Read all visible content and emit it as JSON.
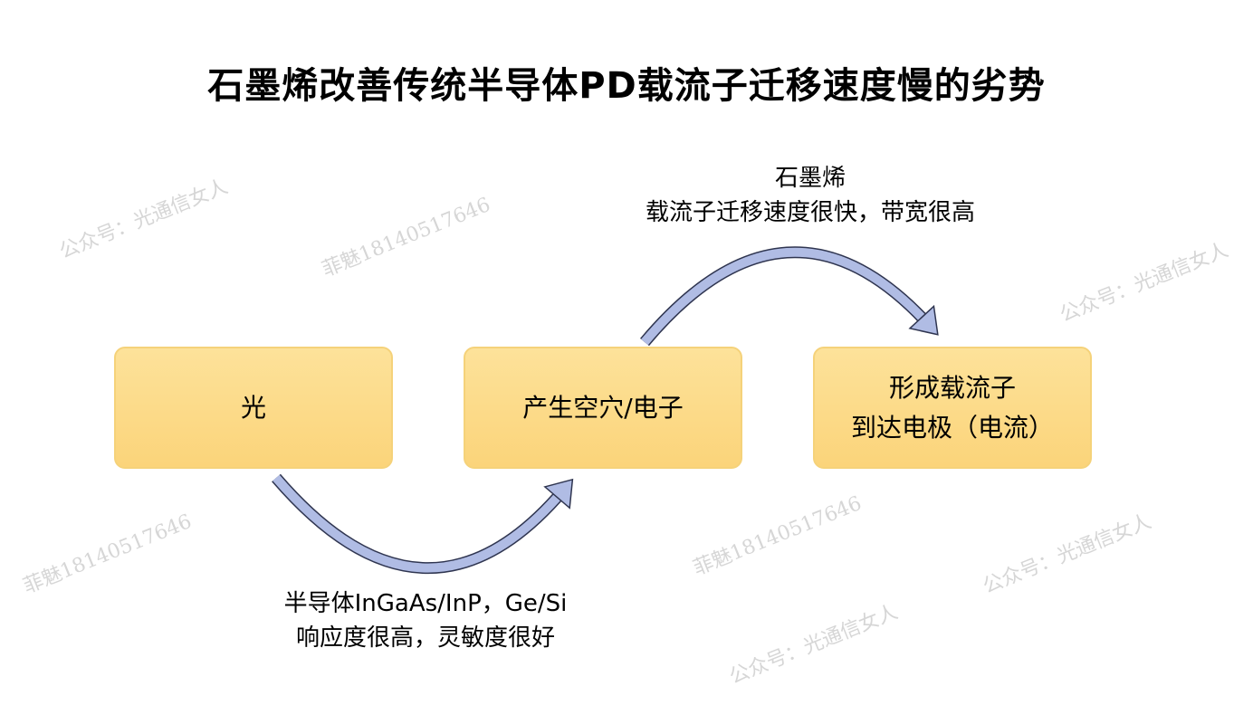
{
  "title": "石墨烯改善传统半导体PD载流子迁移速度慢的劣势",
  "boxes": [
    {
      "lines": [
        "光"
      ]
    },
    {
      "lines": [
        "产生空穴/电子"
      ]
    },
    {
      "lines": [
        "形成载流子",
        "到达电极（电流）"
      ]
    }
  ],
  "top_label": {
    "lines": [
      "石墨烯",
      "载流子迁移速度很快，带宽很高"
    ]
  },
  "bottom_label": {
    "lines": [
      "半导体InGaAs/InP，Ge/Si",
      "响应度很高，灵敏度很好"
    ]
  },
  "watermarks": {
    "a": "公众号：光通信女人",
    "b": "菲魅18140517646"
  },
  "colors": {
    "box_fill": "#fcd982",
    "arrow_fill": "#b0bce4",
    "arrow_outline": "#2f3550"
  }
}
